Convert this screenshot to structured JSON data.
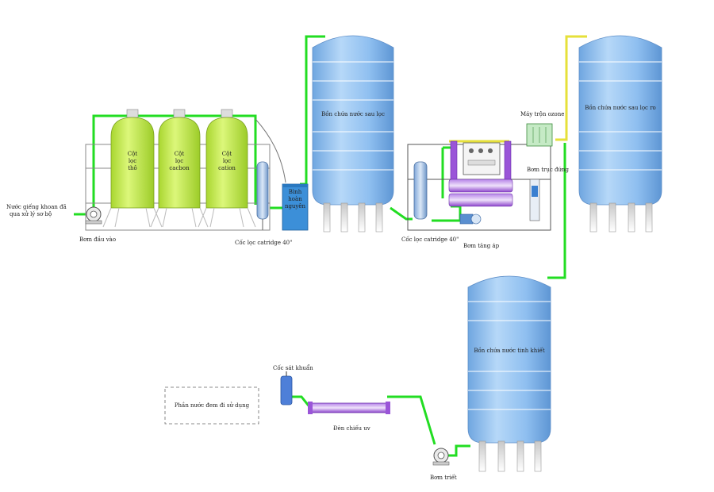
{
  "labels": {
    "inlet": [
      "Nước giếng khoan đã",
      "qua xử lý sơ bộ"
    ],
    "feed_pump": "Bơm đầu vào",
    "coarse_column": [
      "Cột",
      "lọc",
      "thô"
    ],
    "carbon_column": [
      "Cột",
      "lọc",
      "cacbon"
    ],
    "cation_column": [
      "Cột",
      "lọc",
      "cation"
    ],
    "cartridge_1": "Cốc lọc catridge 40\"",
    "buffer_tank": [
      "Bình",
      "hoàn",
      "nguyên"
    ],
    "filtered_tank": "Bồn chứa nước sau lọc",
    "cartridge_2": "Cốc lọc catridge 40\"",
    "booster_pump": "Bơm tăng áp",
    "ozone_mixer": "Máy trộn ozone",
    "vertical_pump": "Bơm trục đứng",
    "ro_tank": "Bồn chứa nước sau lọc ro",
    "pure_tank": "Bồn chứa nước tinh khiết",
    "sterilizer": "Cốc sát khuẩn",
    "uv_lamp": "Đèn chiếu uv",
    "outlet_pump": "Bơm triết",
    "usage_box": "Phần nước đem đi sử dụng"
  },
  "colors": {
    "pipe": "#22dd22",
    "pipe_yellow": "#e6e03a",
    "column": "#c8ee55",
    "tank": "#8fbff0",
    "membrane": "#9a55d8"
  }
}
